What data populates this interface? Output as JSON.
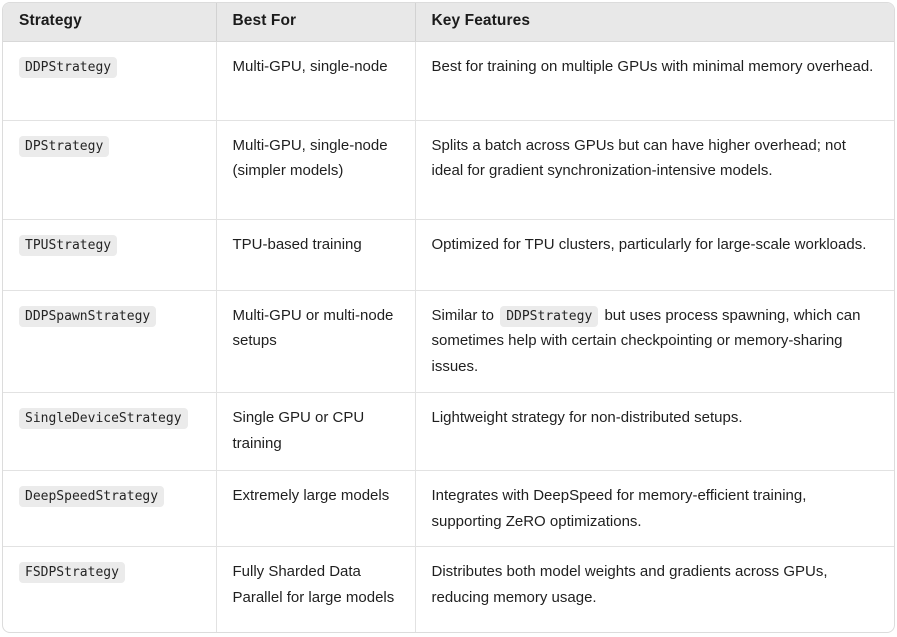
{
  "table": {
    "columns": [
      {
        "key": "strategy",
        "label": "Strategy"
      },
      {
        "key": "best_for",
        "label": "Best For"
      },
      {
        "key": "key_features",
        "label": "Key Features"
      }
    ],
    "rows": [
      {
        "strategy_code": "DDPStrategy",
        "best_for": "Multi-GPU, single-node",
        "features_pre": "Best for training on multiple GPUs with minimal memory overhead.",
        "features_code": "",
        "features_post": ""
      },
      {
        "strategy_code": "DPStrategy",
        "best_for": "Multi-GPU, single-node (simpler models)",
        "features_pre": "Splits a batch across GPUs but can have higher overhead; not ideal for gradient synchronization-intensive models.",
        "features_code": "",
        "features_post": ""
      },
      {
        "strategy_code": "TPUStrategy",
        "best_for": "TPU-based training",
        "features_pre": "Optimized for TPU clusters, particularly for large-scale workloads.",
        "features_code": "",
        "features_post": ""
      },
      {
        "strategy_code": "DDPSpawnStrategy",
        "best_for": "Multi-GPU or multi-node setups",
        "features_pre": "Similar to",
        "features_code": "DDPStrategy",
        "features_post": "but uses process spawning, which can sometimes help with certain checkpointing or memory-sharing issues."
      },
      {
        "strategy_code": "SingleDeviceStrategy",
        "best_for": "Single GPU or CPU training",
        "features_pre": "Lightweight strategy for non-distributed setups.",
        "features_code": "",
        "features_post": ""
      },
      {
        "strategy_code": "DeepSpeedStrategy",
        "best_for": "Extremely large models",
        "features_pre": "Integrates with DeepSpeed for memory-efficient training, supporting ZeRO optimizations.",
        "features_code": "",
        "features_post": ""
      },
      {
        "strategy_code": "FSDPStrategy",
        "best_for": "Fully Sharded Data Parallel for large models",
        "features_pre": "Distributes both model weights and gradients across GPUs, reducing memory usage.",
        "features_code": "",
        "features_post": ""
      }
    ]
  },
  "colors": {
    "header_background": "#e8e8e8",
    "chip_background": "#ebebeb",
    "border": "#e2e2e2",
    "text": "#1f1f1f"
  }
}
